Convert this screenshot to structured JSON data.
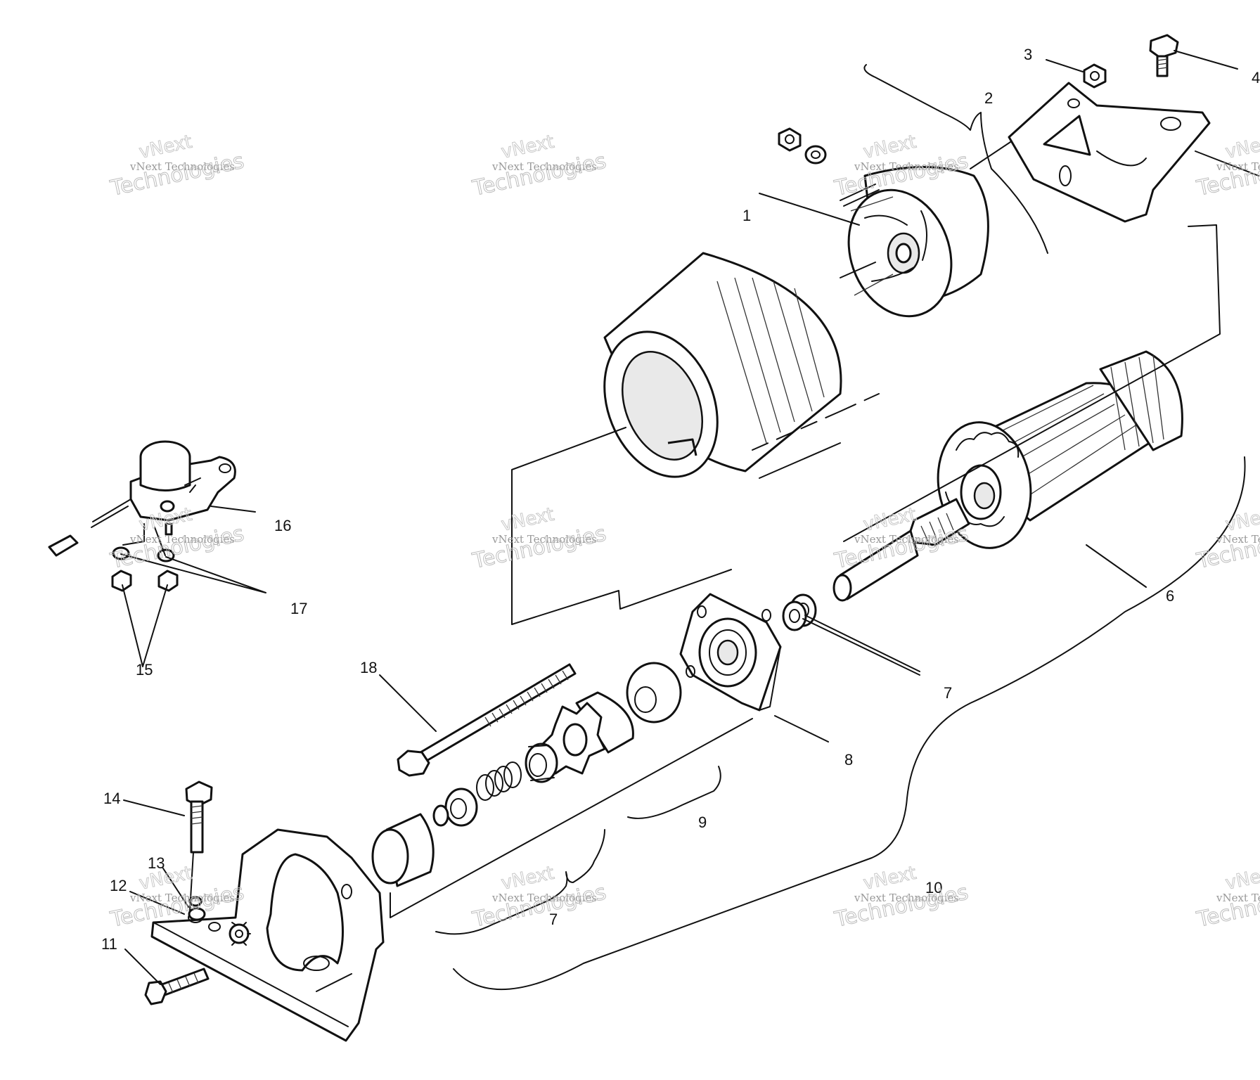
{
  "labels": {
    "l1": "1",
    "l2": "2",
    "l3": "3",
    "l4": "4",
    "l6": "6",
    "l7a": "7",
    "l7b": "7",
    "l8": "8",
    "l9": "9",
    "l10": "10",
    "l11": "11",
    "l12": "12",
    "l13": "13",
    "l14": "14",
    "l15": "15",
    "l16": "16",
    "l17": "17",
    "l18": "18"
  },
  "watermark": {
    "line1": "vNext",
    "line2": "vNext Technologies",
    "line3": "Technologies"
  }
}
